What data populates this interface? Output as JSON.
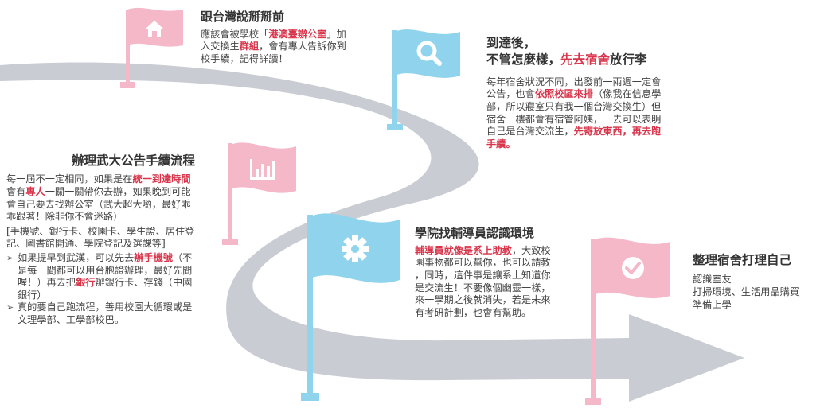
{
  "colors": {
    "pink": "#f5b8c9",
    "blue": "#8fd3ec",
    "road": "#c9cdd3",
    "red": "#d9344a",
    "pole_pink": "#f5b8c9",
    "pole_blue": "#8fd3ec"
  },
  "steps": [
    {
      "id": "before-departure",
      "icon": "home-icon",
      "title": "跟台灣說掰掰前",
      "lines": [
        [
          {
            "t": "應該會被學校「"
          },
          {
            "t": "港澳臺辦公室",
            "red": true
          },
          {
            "t": "」加"
          }
        ],
        [
          {
            "t": "入交換生"
          },
          {
            "t": "群組",
            "red": true
          },
          {
            "t": "，會有專人告訴你到"
          }
        ],
        [
          {
            "t": "校手續，記得詳讀！"
          }
        ]
      ]
    },
    {
      "id": "after-arrival",
      "icon": "search-icon",
      "title_line1": "到達後，",
      "title_line2_parts": [
        {
          "t": "不管怎麼樣，"
        },
        {
          "t": "先去宿舍",
          "red": true
        },
        {
          "t": "放行李"
        }
      ],
      "lines": [
        [
          {
            "t": "每年宿舍狀況不同，出發前一兩週一定會"
          }
        ],
        [
          {
            "t": "公告，也會"
          },
          {
            "t": "依照校區來排",
            "red": true
          },
          {
            "t": "（像我在信息學"
          }
        ],
        [
          {
            "t": "部，所以寢室只有我一個台灣交換生）但"
          }
        ],
        [
          {
            "t": "宿舍一樓都會有宿管阿姨，一去可以表明"
          }
        ],
        [
          {
            "t": "自己是台灣交流生，"
          },
          {
            "t": "先寄放東西，再去跑",
            "red": true
          }
        ],
        [
          {
            "t": "手續。",
            "red": true
          }
        ]
      ]
    },
    {
      "id": "announcement-procedure",
      "icon": "bar-chart-icon",
      "title": "辦理武大公告手續流程",
      "lines": [
        [
          {
            "t": "每一屆不一定相同，如果是在"
          },
          {
            "t": "統一到達時間",
            "red": true
          }
        ],
        [
          {
            "t": "會有"
          },
          {
            "t": "專人",
            "red": true
          },
          {
            "t": "一關一關帶你去辦，如果晚到可能"
          }
        ],
        [
          {
            "t": "會自己要去找辦公室（武大超大喲，最好乖"
          }
        ],
        [
          {
            "t": "乖跟著！除非你不會迷路）"
          }
        ]
      ],
      "bracket_lines": [
        [
          {
            "t": "[手機號、銀行卡、校園卡、學生證、居住登"
          }
        ],
        [
          {
            "t": "記、圖書館開通、學院登記及選課等]"
          }
        ]
      ],
      "bullets": [
        {
          "lines": [
            [
              {
                "t": "如果提早到武漢，可以先去"
              },
              {
                "t": "辦手機號",
                "red": true
              },
              {
                "t": "（不"
              }
            ],
            [
              {
                "t": "是每一間都可以用台胞證辦理，最好先問"
              }
            ],
            [
              {
                "t": "喔！）再去把"
              },
              {
                "t": "銀行",
                "red": true
              },
              {
                "t": "辦銀行卡、存錢（中國"
              }
            ],
            [
              {
                "t": "銀行）"
              }
            ]
          ]
        },
        {
          "lines": [
            [
              {
                "t": "真的要自己跑流程，善用校園大循環或是"
              }
            ],
            [
              {
                "t": "文理學部、工學部校巴。"
              }
            ]
          ]
        }
      ]
    },
    {
      "id": "find-counselor",
      "icon": "gear-icon",
      "title": "學院找輔導員認識環境",
      "lines": [
        [
          {
            "t": "輔導員就像是系上助教",
            "red": true
          },
          {
            "t": "，大致校"
          }
        ],
        [
          {
            "t": "園事物都可以幫你，也可以請教"
          }
        ],
        [
          {
            "t": "，同時，這件事是讓系上知道你"
          }
        ],
        [
          {
            "t": "是交流生！不要像個幽靈一樣，"
          }
        ],
        [
          {
            "t": "來一學期之後就消失，若是未來"
          }
        ],
        [
          {
            "t": "有考研計劃，也會有幫助。"
          }
        ]
      ]
    },
    {
      "id": "settle-dorm",
      "icon": "check-icon",
      "title": "整理宿舍打理自己",
      "lines": [
        [
          {
            "t": "認識室友"
          }
        ],
        [
          {
            "t": "打掃環境、生活用品購買"
          }
        ],
        [
          {
            "t": "準備上學"
          }
        ]
      ]
    }
  ]
}
